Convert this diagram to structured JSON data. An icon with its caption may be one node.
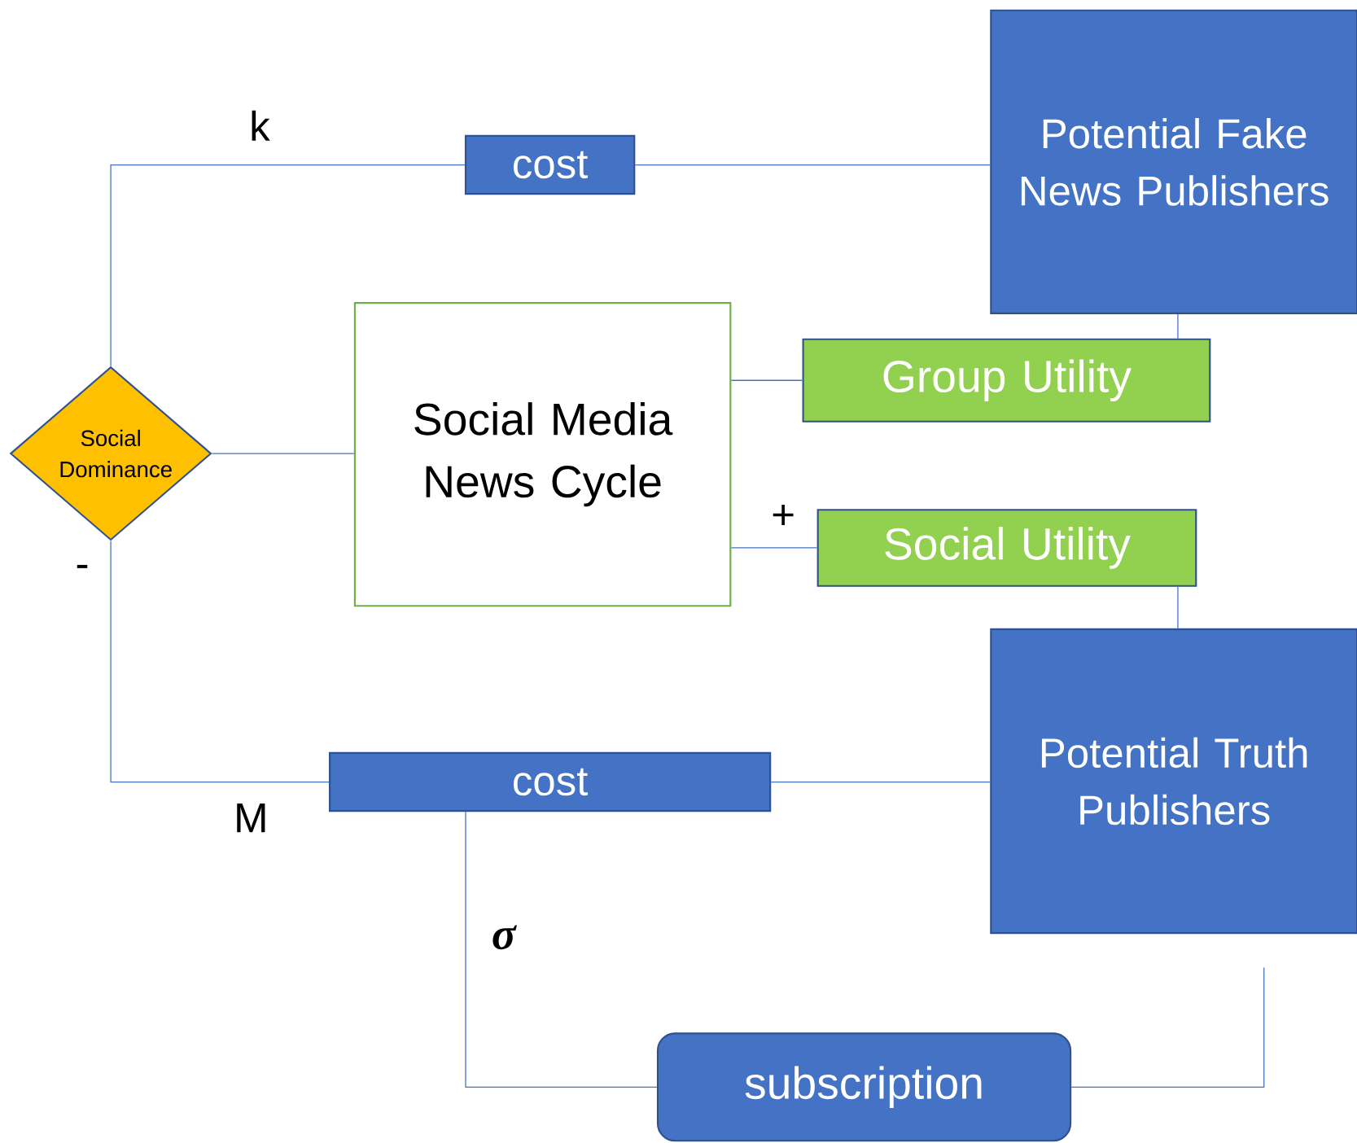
{
  "diagram": {
    "nodes": [
      {
        "text": [
          "Potential Fake News Publishers"
        ]
      },
      {
        "text": [
          "cost"
        ]
      },
      {
        "text": [
          "Social Dominance"
        ]
      },
      {
        "text": [
          "Social Media News Cycle"
        ]
      },
      {
        "text": [
          "Group Utility"
        ]
      },
      {
        "text": [
          "Social Utility"
        ]
      },
      {
        "text": [
          "Potential Truth Publishers"
        ]
      },
      {
        "text": [
          "cost"
        ]
      },
      {
        "text": [
          "subscription"
        ]
      }
    ],
    "edges": [
      {
        "from": 2,
        "to": 1,
        "arrow": "none",
        "label": "k"
      },
      {
        "from": 1,
        "to": 0,
        "arrow": "none"
      },
      {
        "from": 2,
        "to": 3,
        "arrow": "none"
      },
      {
        "from": 3,
        "to": 4,
        "arrow": "none"
      },
      {
        "from": 3,
        "to": 5,
        "arrow": "none",
        "label": "+"
      },
      {
        "from": 0,
        "to": 4,
        "arrow": "none"
      },
      {
        "from": 5,
        "to": 6,
        "arrow": "none"
      },
      {
        "from": 2,
        "to": 7,
        "arrow": "none",
        "label": "M"
      },
      {
        "from": 7,
        "to": 6,
        "arrow": "none"
      },
      {
        "from": 7,
        "to": 8,
        "arrow": "none",
        "label": "σ"
      },
      {
        "from": 8,
        "to": 6,
        "arrow": "none"
      }
    ],
    "labels": [
      "-"
    ]
  }
}
